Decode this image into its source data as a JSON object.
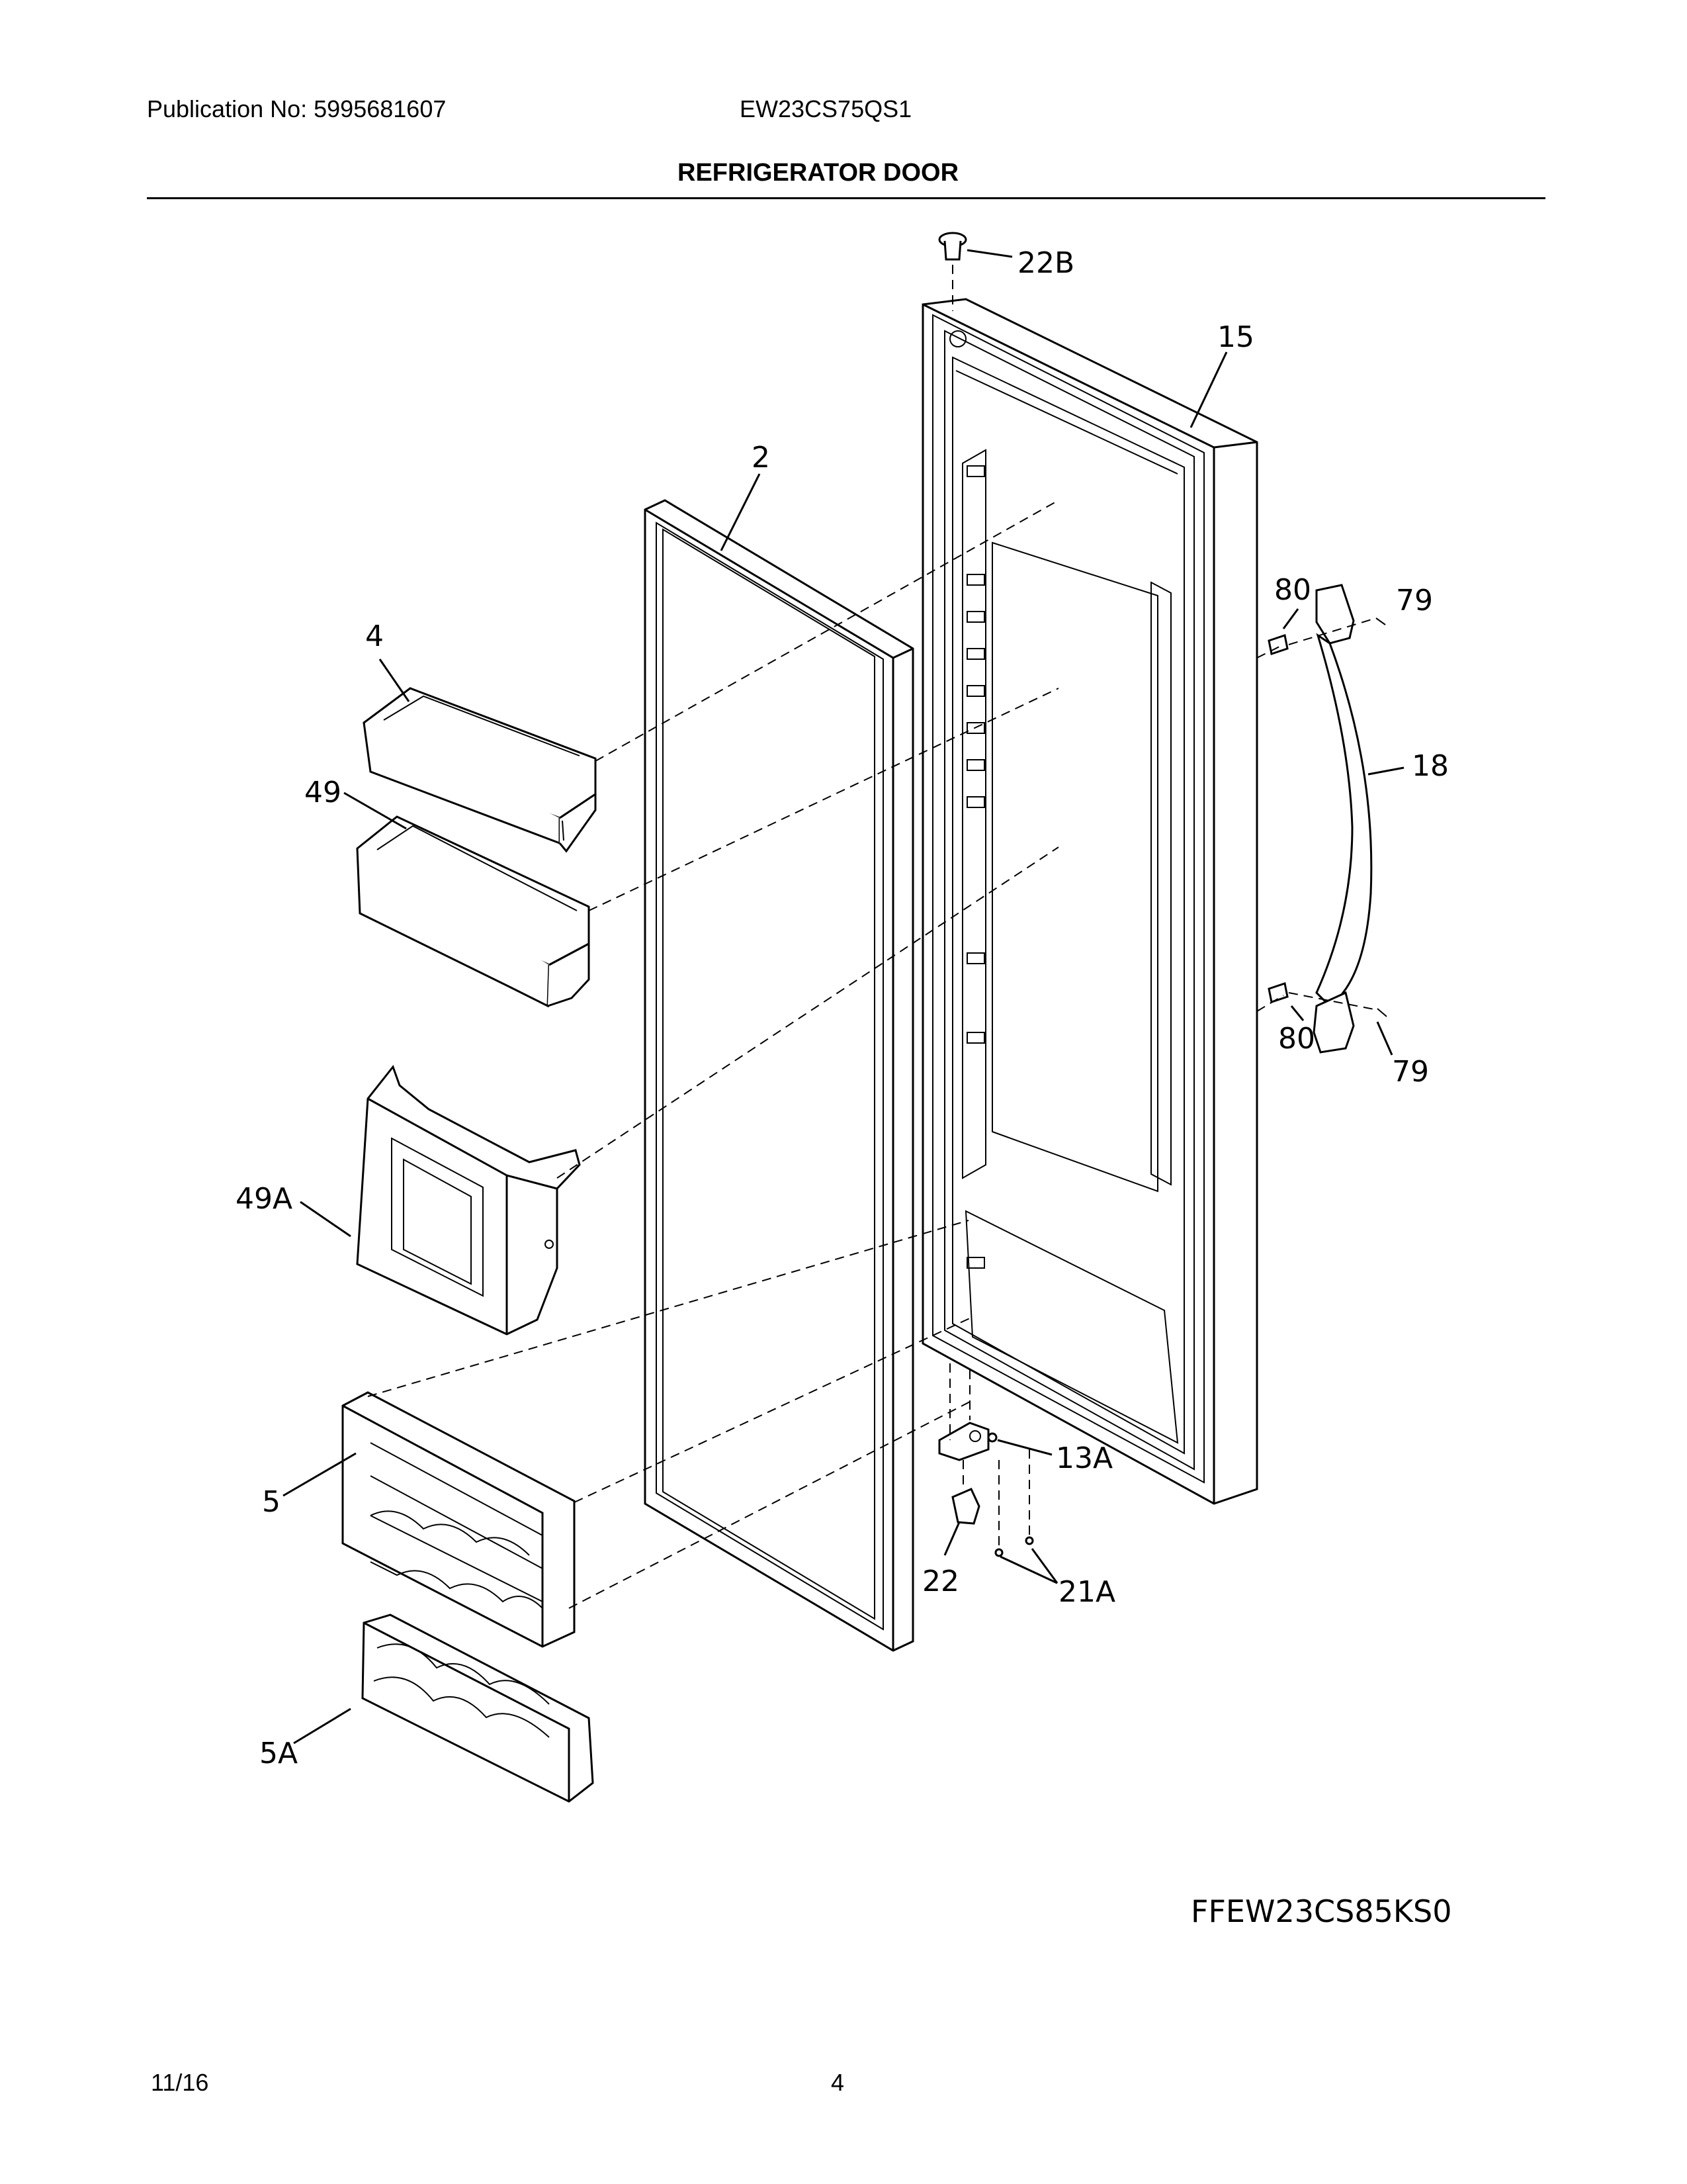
{
  "header": {
    "publication": "Publication No: 5995681607",
    "model": "EW23CS75QS1",
    "title": "REFRIGERATOR DOOR"
  },
  "callouts": {
    "c22B": "22B",
    "c15": "15",
    "c2": "2",
    "c4": "4",
    "c49": "49",
    "c80a": "80",
    "c79a": "79",
    "c18": "18",
    "c80b": "80",
    "c79b": "79",
    "c49A": "49A",
    "c13A": "13A",
    "c5": "5",
    "c22": "22",
    "c21A": "21A",
    "c5A": "5A"
  },
  "variant_label": "FFEW23CS85KS0",
  "footer": {
    "date": "11/16",
    "page": "4"
  }
}
